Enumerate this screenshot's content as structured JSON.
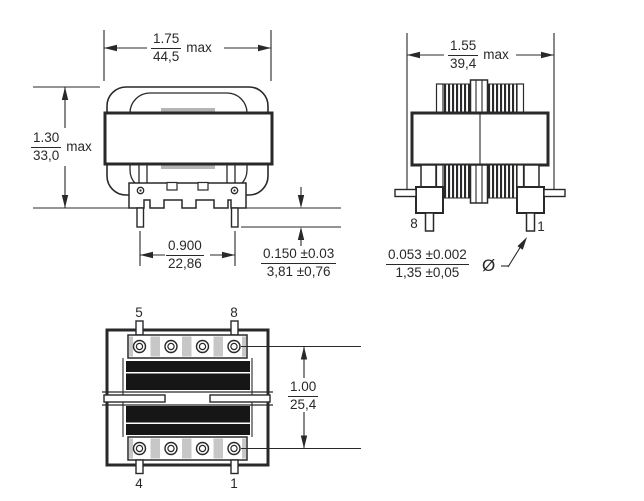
{
  "front_view": {
    "width": {
      "in": "1.75",
      "mm": "44,5",
      "suffix": "max"
    },
    "height": {
      "in": "1.30",
      "mm": "33,0",
      "suffix": "max"
    },
    "pin_spacing": {
      "in": "0.900",
      "mm": "22,86"
    },
    "standoff": {
      "in": "0.150 ±0.03",
      "mm": "3,81 ±0,76"
    }
  },
  "side_view": {
    "width": {
      "in": "1.55",
      "mm": "39,4",
      "suffix": "max"
    },
    "pin_diameter": {
      "in": "0.053 ±0.002",
      "mm": "1,35 ±0,05",
      "symbol": "Ø"
    },
    "pin_left": "8",
    "pin_right": "1"
  },
  "bottom_view": {
    "height": {
      "in": "1.00",
      "mm": "25,4"
    },
    "pin_top_left": "5",
    "pin_top_right": "8",
    "pin_bottom_left": "4",
    "pin_bottom_right": "1"
  },
  "colors": {
    "line": "#29282b",
    "winding": "#161616",
    "tape": "#b5b5b5",
    "divider": "#c7c7c7",
    "background": "#ffffff"
  }
}
